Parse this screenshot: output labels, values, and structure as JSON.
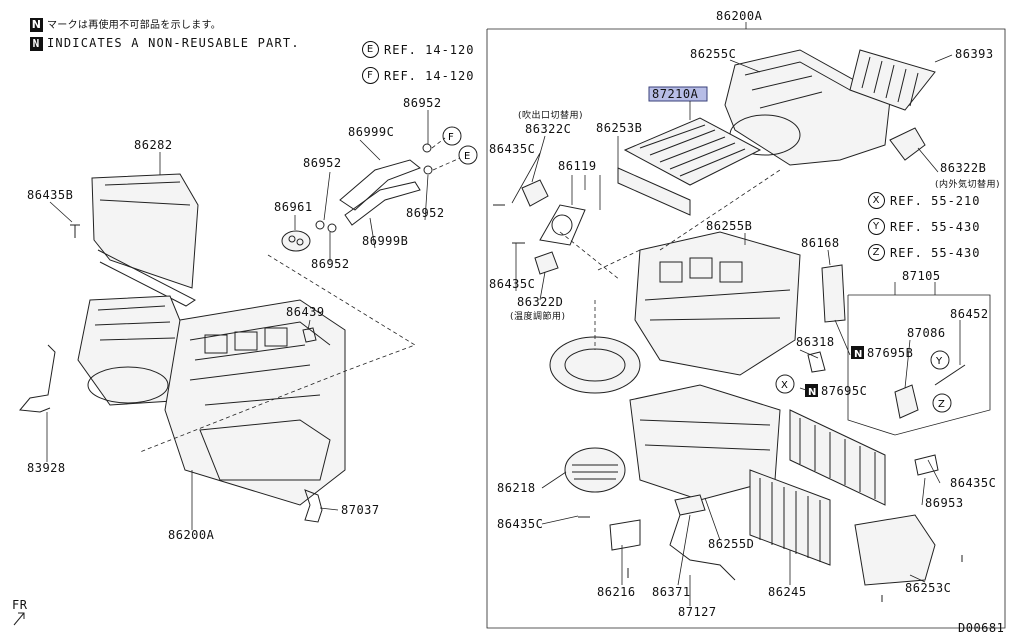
{
  "notes": {
    "jp": "マークは再使用不可部品を示します。",
    "en": "INDICATES A NON-REUSABLE PART.",
    "badge": "N"
  },
  "refs_top": [
    {
      "letter": "E",
      "text": "REF. 14-120"
    },
    {
      "letter": "F",
      "text": "REF. 14-120"
    }
  ],
  "refs_right": [
    {
      "letter": "X",
      "text": "REF. 55-210"
    },
    {
      "letter": "Y",
      "text": "REF. 55-430"
    },
    {
      "letter": "Z",
      "text": "REF. 55-430"
    }
  ],
  "callout_letters": {
    "F": "F",
    "E": "E",
    "X": "X",
    "Y": "Y",
    "Z": "Z"
  },
  "highlighted_part": "87210A",
  "labels": {
    "p86200A_top": "86200A",
    "p86255C": "86255C",
    "p86393": "86393",
    "p86322C_note": "(吹出口切替用)",
    "p86322C": "86322C",
    "p86253B": "86253B",
    "p86435C_a": "86435C",
    "p86119": "86119",
    "p86322B": "86322B",
    "p86322B_note": "(内外気切替用)",
    "p86435C_b": "86435C",
    "p86322D": "86322D",
    "p86322D_note": "(温度調節用)",
    "p86255B": "86255B",
    "p86168": "86168",
    "p87105": "87105",
    "p86452": "86452",
    "p87086": "87086",
    "p87695B": "87695B",
    "p87695C": "87695C",
    "p86318": "86318",
    "p86218": "86218",
    "p86435C_c": "86435C",
    "p86255D": "86255D",
    "p86953": "86953",
    "p86435C_d": "86435C",
    "p86216": "86216",
    "p86371": "86371",
    "p87127": "87127",
    "p86245": "86245",
    "p86253C": "86253C",
    "p86282": "86282",
    "p86435B": "86435B",
    "p86999C": "86999C",
    "p86952_a": "86952",
    "p86952_b": "86952",
    "p86952_c": "86952",
    "p86952_d": "86952",
    "p86961": "86961",
    "p86999B": "86999B",
    "p86439": "86439",
    "p83928": "83928",
    "p87037": "87037",
    "p86200A_bottom": "86200A"
  },
  "n_badges": {
    "b1": "N",
    "b2": "N"
  },
  "fr_mark": "FR",
  "diagram_code": "D00681"
}
